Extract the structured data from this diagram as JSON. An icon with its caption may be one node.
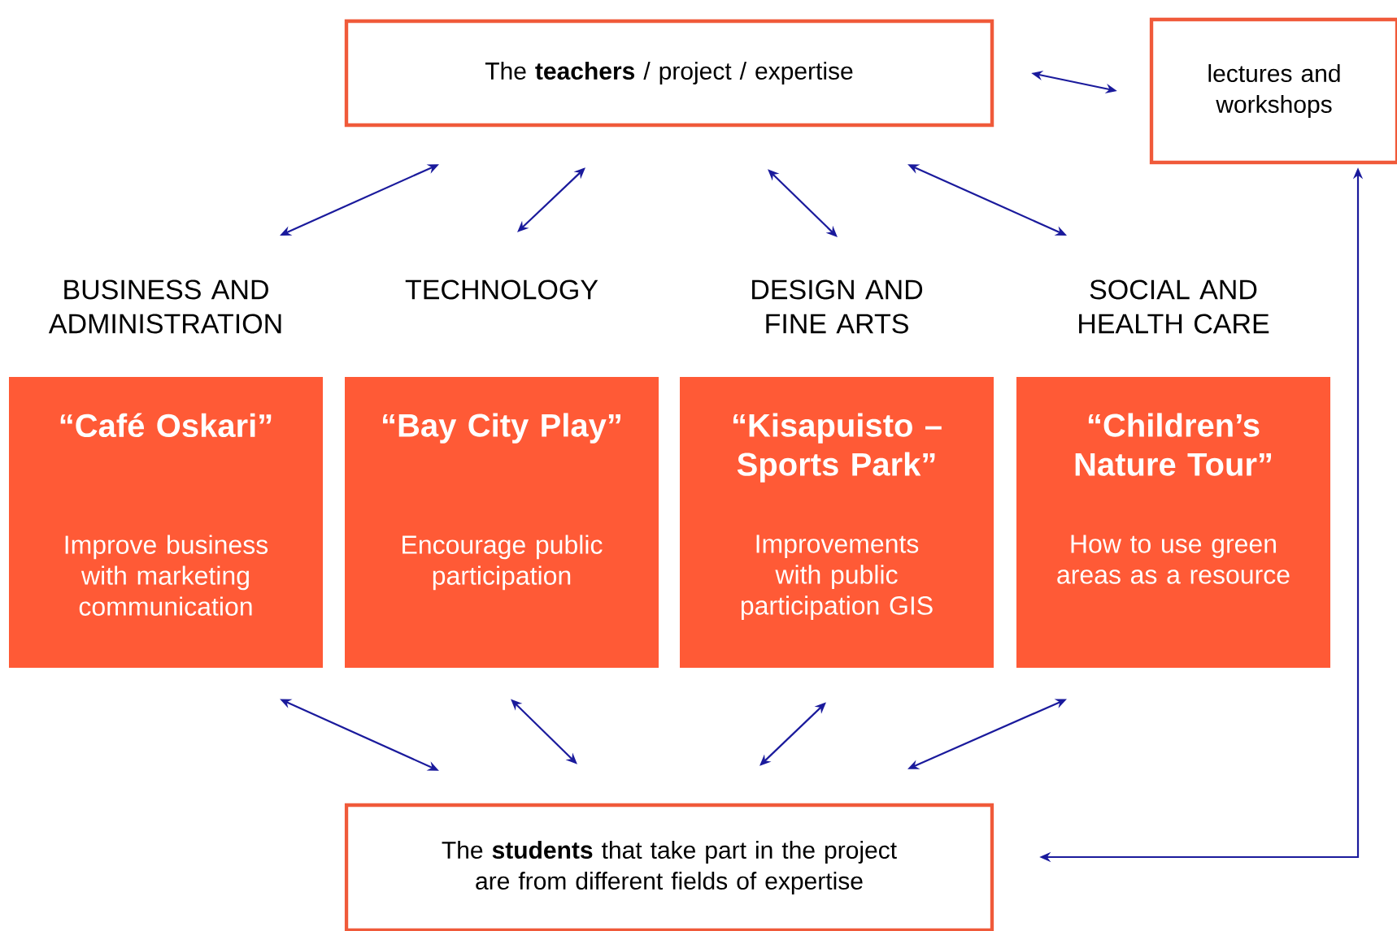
{
  "diagram": {
    "nodes": [
      {
        "text": [
          "The **teachers** / project / expertise"
        ]
      },
      {
        "text": [
          "lectures and workshops"
        ]
      },
      {
        "text": [
          "BUSINESS AND ADMINISTRATION",
          "“Café Oskari”",
          "Improve business with marketing communication"
        ]
      },
      {
        "text": [
          "TECHNOLOGY",
          "“Bay City Play”",
          "Encourage public participation"
        ]
      },
      {
        "text": [
          "DESIGN AND FINE ARTS",
          "“Kisapuisto – Sports Park”",
          "Improvements with public participation GIS"
        ]
      },
      {
        "text": [
          "SOCIAL AND HEALTH CARE",
          "“Children’s Nature Tour”",
          "How to use green areas as a resource"
        ]
      },
      {
        "text": [
          "The **students** that take part in the project are from different fields of expertise"
        ]
      }
    ],
    "edges": [
      {
        "from": 0,
        "to": 1,
        "arrow": "both"
      },
      {
        "from": 0,
        "to": 2,
        "arrow": "both"
      },
      {
        "from": 0,
        "to": 3,
        "arrow": "both"
      },
      {
        "from": 0,
        "to": 4,
        "arrow": "both"
      },
      {
        "from": 0,
        "to": 5,
        "arrow": "both"
      },
      {
        "from": 2,
        "to": 6,
        "arrow": "both"
      },
      {
        "from": 3,
        "to": 6,
        "arrow": "both"
      },
      {
        "from": 4,
        "to": 6,
        "arrow": "both"
      },
      {
        "from": 5,
        "to": 6,
        "arrow": "both"
      },
      {
        "from": 1,
        "to": 6,
        "arrow": "both"
      }
    ]
  }
}
